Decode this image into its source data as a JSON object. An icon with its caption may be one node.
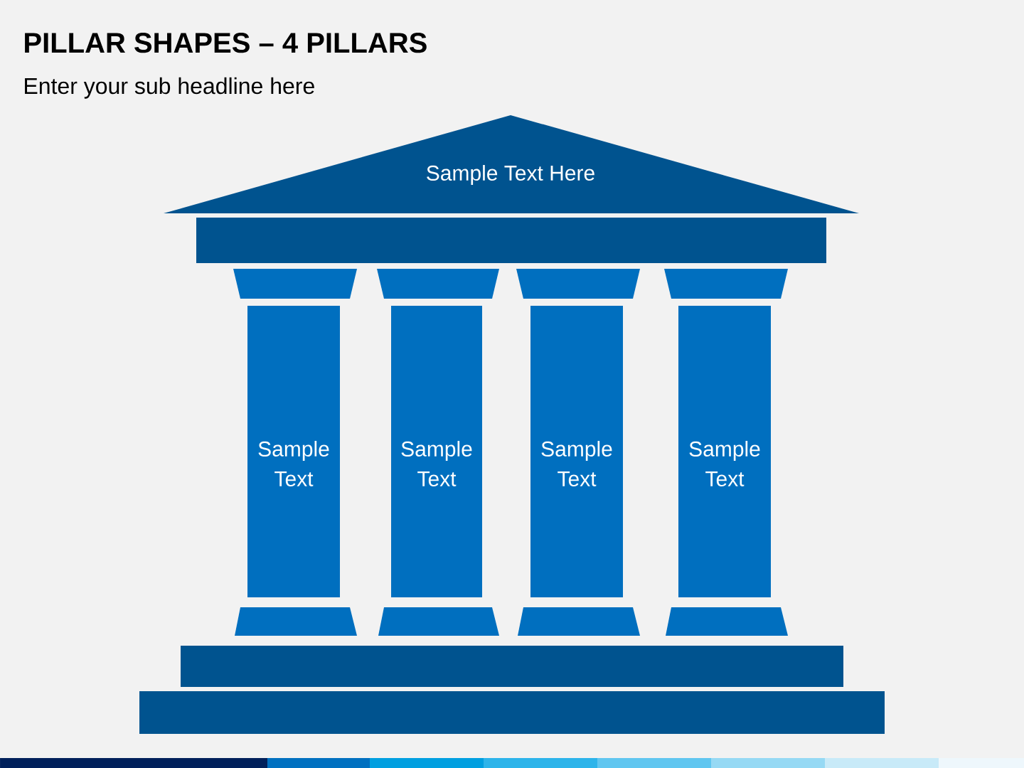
{
  "diagram": {
    "title": "PILLAR SHAPES – 4 PILLARS",
    "nodes": [
      {
        "text": [
          "Sample Text Here"
        ]
      },
      {
        "text": [
          "Sample Text"
        ]
      },
      {
        "text": [
          "Sample Text"
        ]
      },
      {
        "text": [
          "Sample Text"
        ]
      },
      {
        "text": [
          "Sample Text"
        ]
      }
    ],
    "labels": [
      "Enter your sub headline here"
    ]
  }
}
